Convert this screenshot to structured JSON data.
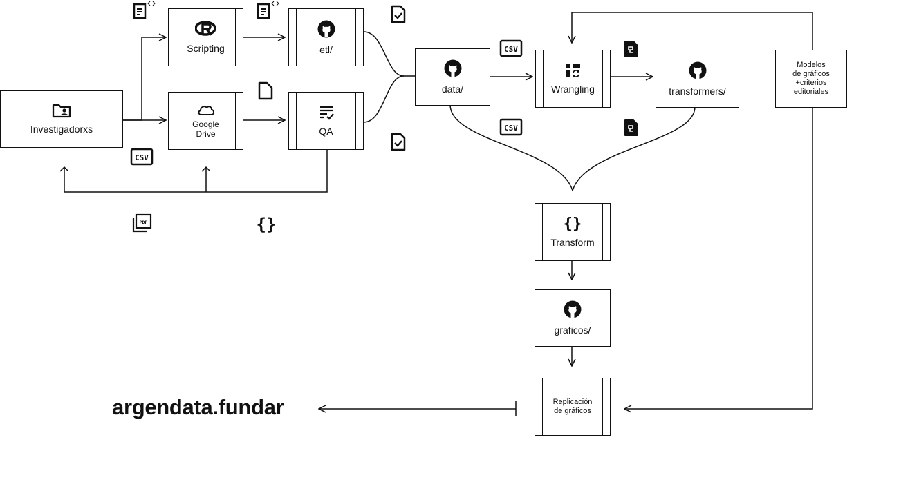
{
  "nodes": {
    "investigadorxs": "Investigadorxs",
    "scripting": "Scripting",
    "etl": "etl/",
    "google_drive": "Google\nDrive",
    "qa": "QA",
    "data": "data/",
    "wrangling": "Wrangling",
    "transformers": "transformers/",
    "modelos": "Modelos\nde gráficos\n+criterios\neditoriales",
    "transform": "Transform",
    "graficos": "graficos/",
    "replicacion": "Replicación\nde gráficos"
  },
  "file_badges": {
    "csv": "CSV",
    "pdf": "PDF"
  },
  "site": "argendata.fundar"
}
